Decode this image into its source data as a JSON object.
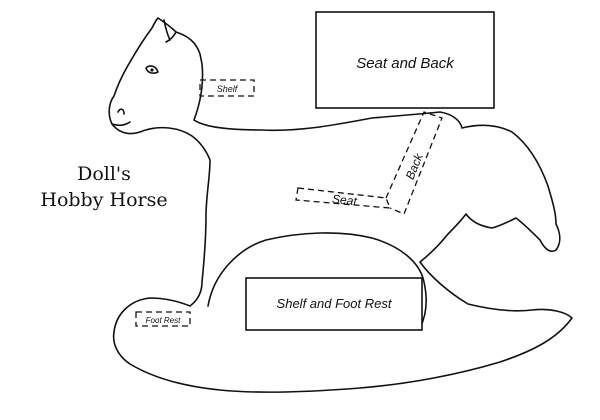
{
  "title": {
    "line1": "Doll's",
    "line2": "Hobby Horse"
  },
  "parts": {
    "seat_and_back": "Seat and Back",
    "shelf_and_foot_rest": "Shelf and Foot Rest"
  },
  "dashed_labels": {
    "shelf": "Shelf",
    "seat": "Seat",
    "back": "Back",
    "foot_rest": "Foot Rest"
  }
}
